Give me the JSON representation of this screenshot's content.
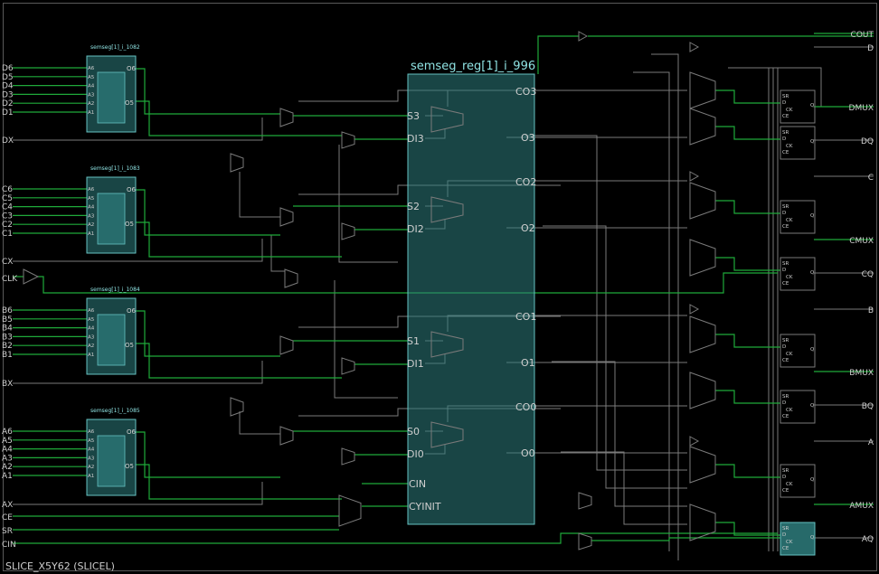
{
  "slice": {
    "name": "SLICE_X5Y62 (SLICEL)"
  },
  "carry": {
    "name": "semseg_reg[1]_i_996",
    "co_labels": [
      "CO3",
      "CO2",
      "CO1",
      "CO0"
    ],
    "s_labels": [
      "S3",
      "S2",
      "S1",
      "S0"
    ],
    "di_labels": [
      "DI3",
      "DI2",
      "DI1",
      "DI0"
    ],
    "o_labels": [
      "O3",
      "O2",
      "O1",
      "O0"
    ],
    "cin": "CIN",
    "cyinit": "CYINIT"
  },
  "luts": [
    {
      "name": "semseg[1]_i_1082",
      "pins": [
        "D6",
        "D5",
        "D4",
        "D3",
        "D2",
        "D1"
      ],
      "extra": "DX"
    },
    {
      "name": "semseg[1]_i_1083",
      "pins": [
        "C6",
        "C5",
        "C4",
        "C3",
        "C2",
        "C1"
      ],
      "extra": "CX"
    },
    {
      "name": "semseg[1]_i_1084",
      "pins": [
        "B6",
        "B5",
        "B4",
        "B3",
        "B2",
        "B1"
      ],
      "extra": "BX"
    },
    {
      "name": "semseg[1]_i_1085",
      "pins": [
        "A6",
        "A5",
        "A4",
        "A3",
        "A2",
        "A1"
      ],
      "extra": "AX"
    }
  ],
  "lut_inner": {
    "inputs": [
      "A6",
      "A5",
      "A4",
      "A3",
      "A2",
      "A1"
    ],
    "o6": "O6",
    "o5": "O5"
  },
  "left_extra": {
    "clk": "CLK",
    "ce": "CE",
    "sr": "SR",
    "cin": "CIN"
  },
  "right_outputs": [
    {
      "label": "COUT"
    },
    {
      "label": "D"
    },
    {
      "label": "DMUX"
    },
    {
      "label": "DQ"
    },
    {
      "label": "C"
    },
    {
      "label": "CMUX"
    },
    {
      "label": "CQ"
    },
    {
      "label": "B"
    },
    {
      "label": "BMUX"
    },
    {
      "label": "BQ"
    },
    {
      "label": "A"
    },
    {
      "label": "AMUX"
    },
    {
      "label": "AQ"
    }
  ],
  "ff_pins": {
    "sr": "SR",
    "d": "D",
    "ck": "CK",
    "ce": "CE",
    "q": "Q"
  },
  "colors": {
    "background": "#000000",
    "wire_active": "#1faa3a",
    "wire_inactive": "#7a7a7a",
    "cell_fill": "#2e7d7d",
    "cell_stroke": "#66c2c2",
    "label": "#cfcfcf",
    "title_cyan": "#8fe3e3"
  }
}
